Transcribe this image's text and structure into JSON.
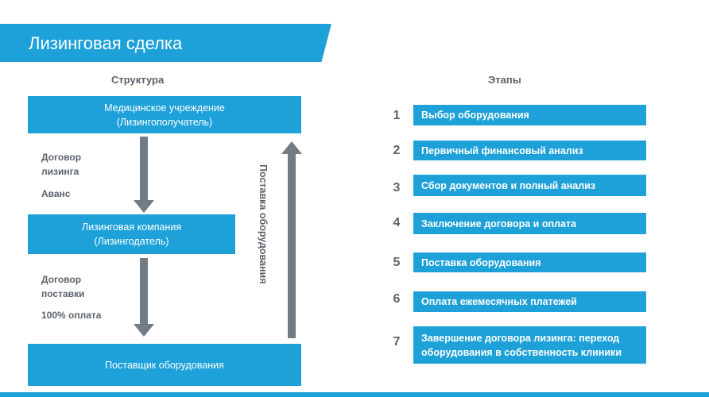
{
  "title": "Лизинговая сделка",
  "structure": {
    "heading": "Структура",
    "box_client": {
      "line1": "Медицинское учреждение",
      "line2": "(Лизингополучатель)"
    },
    "box_leasing": {
      "line1": "Лизинговая компания",
      "line2": "(Лизингодатель)"
    },
    "box_supplier": {
      "line1": "Поставщик оборудования"
    },
    "label_contract_leasing": {
      "line1": "Договор",
      "line2": "лизинга"
    },
    "label_advance": "Аванс",
    "label_contract_supply": {
      "line1": "Договор",
      "line2": "поставки"
    },
    "label_payment": "100% оплата",
    "label_delivery": "Поставка оборудования"
  },
  "stages": {
    "heading": "Этапы",
    "items": [
      {
        "num": "1",
        "line1": "Выбор оборудования",
        "line2": ""
      },
      {
        "num": "2",
        "line1": "Первичный финансовый анализ",
        "line2": ""
      },
      {
        "num": "3",
        "line1": "Сбор документов и полный анализ",
        "line2": ""
      },
      {
        "num": "4",
        "line1": "Заключение договора и оплата",
        "line2": ""
      },
      {
        "num": "5",
        "line1": "Поставка оборудования",
        "line2": ""
      },
      {
        "num": "6",
        "line1": "Оплата ежемесячных платежей",
        "line2": ""
      },
      {
        "num": "7",
        "line1": "Завершение договора лизинга: переход",
        "line2": "оборудования в собственность клиники"
      }
    ]
  },
  "colors": {
    "accent": "#1da1d8",
    "arrow": "#737b84",
    "text": "#5c636c"
  }
}
